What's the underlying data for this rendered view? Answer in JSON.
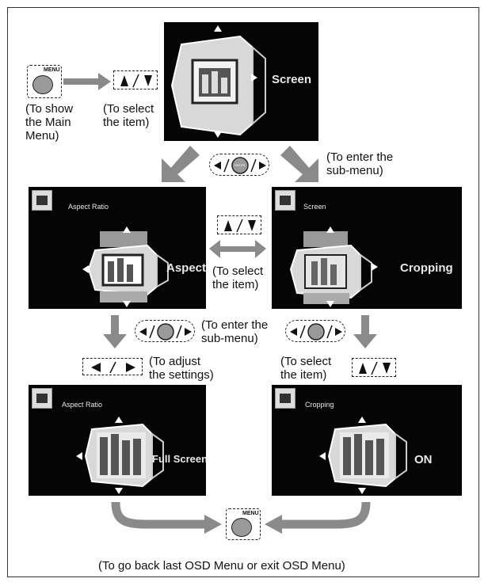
{
  "screens": {
    "main": {
      "label": "Screen"
    },
    "aspect": {
      "header": "Aspect Ratio",
      "label": "Aspect"
    },
    "screen2": {
      "header": "Screen",
      "label": "Cropping"
    },
    "fullscreen": {
      "header": "Aspect Ratio",
      "label": "Full Screen"
    },
    "on": {
      "header": "Cropping",
      "label": "ON"
    }
  },
  "buttons": {
    "menu_label": "MENU",
    "enter_label": "ENTER"
  },
  "captions": {
    "show_main_menu": "(To show\nthe Main\nMenu)",
    "select_item_top": "(To select\nthe item)",
    "enter_submenu_top": "(To enter the\nsub-menu)",
    "select_item_middle": "(To select\nthe item)",
    "enter_submenu_middle": "(To enter the\nsub-menu)",
    "adjust_settings": "(To adjust\nthe settings)",
    "select_item_right": "(To select\nthe item)",
    "go_back": "(To go back last OSD Menu or exit OSD Menu)"
  },
  "colors": {
    "arrow_gray": "#8a8a8a",
    "screen_bg": "#050505",
    "button_gray": "#9a9a9a"
  }
}
